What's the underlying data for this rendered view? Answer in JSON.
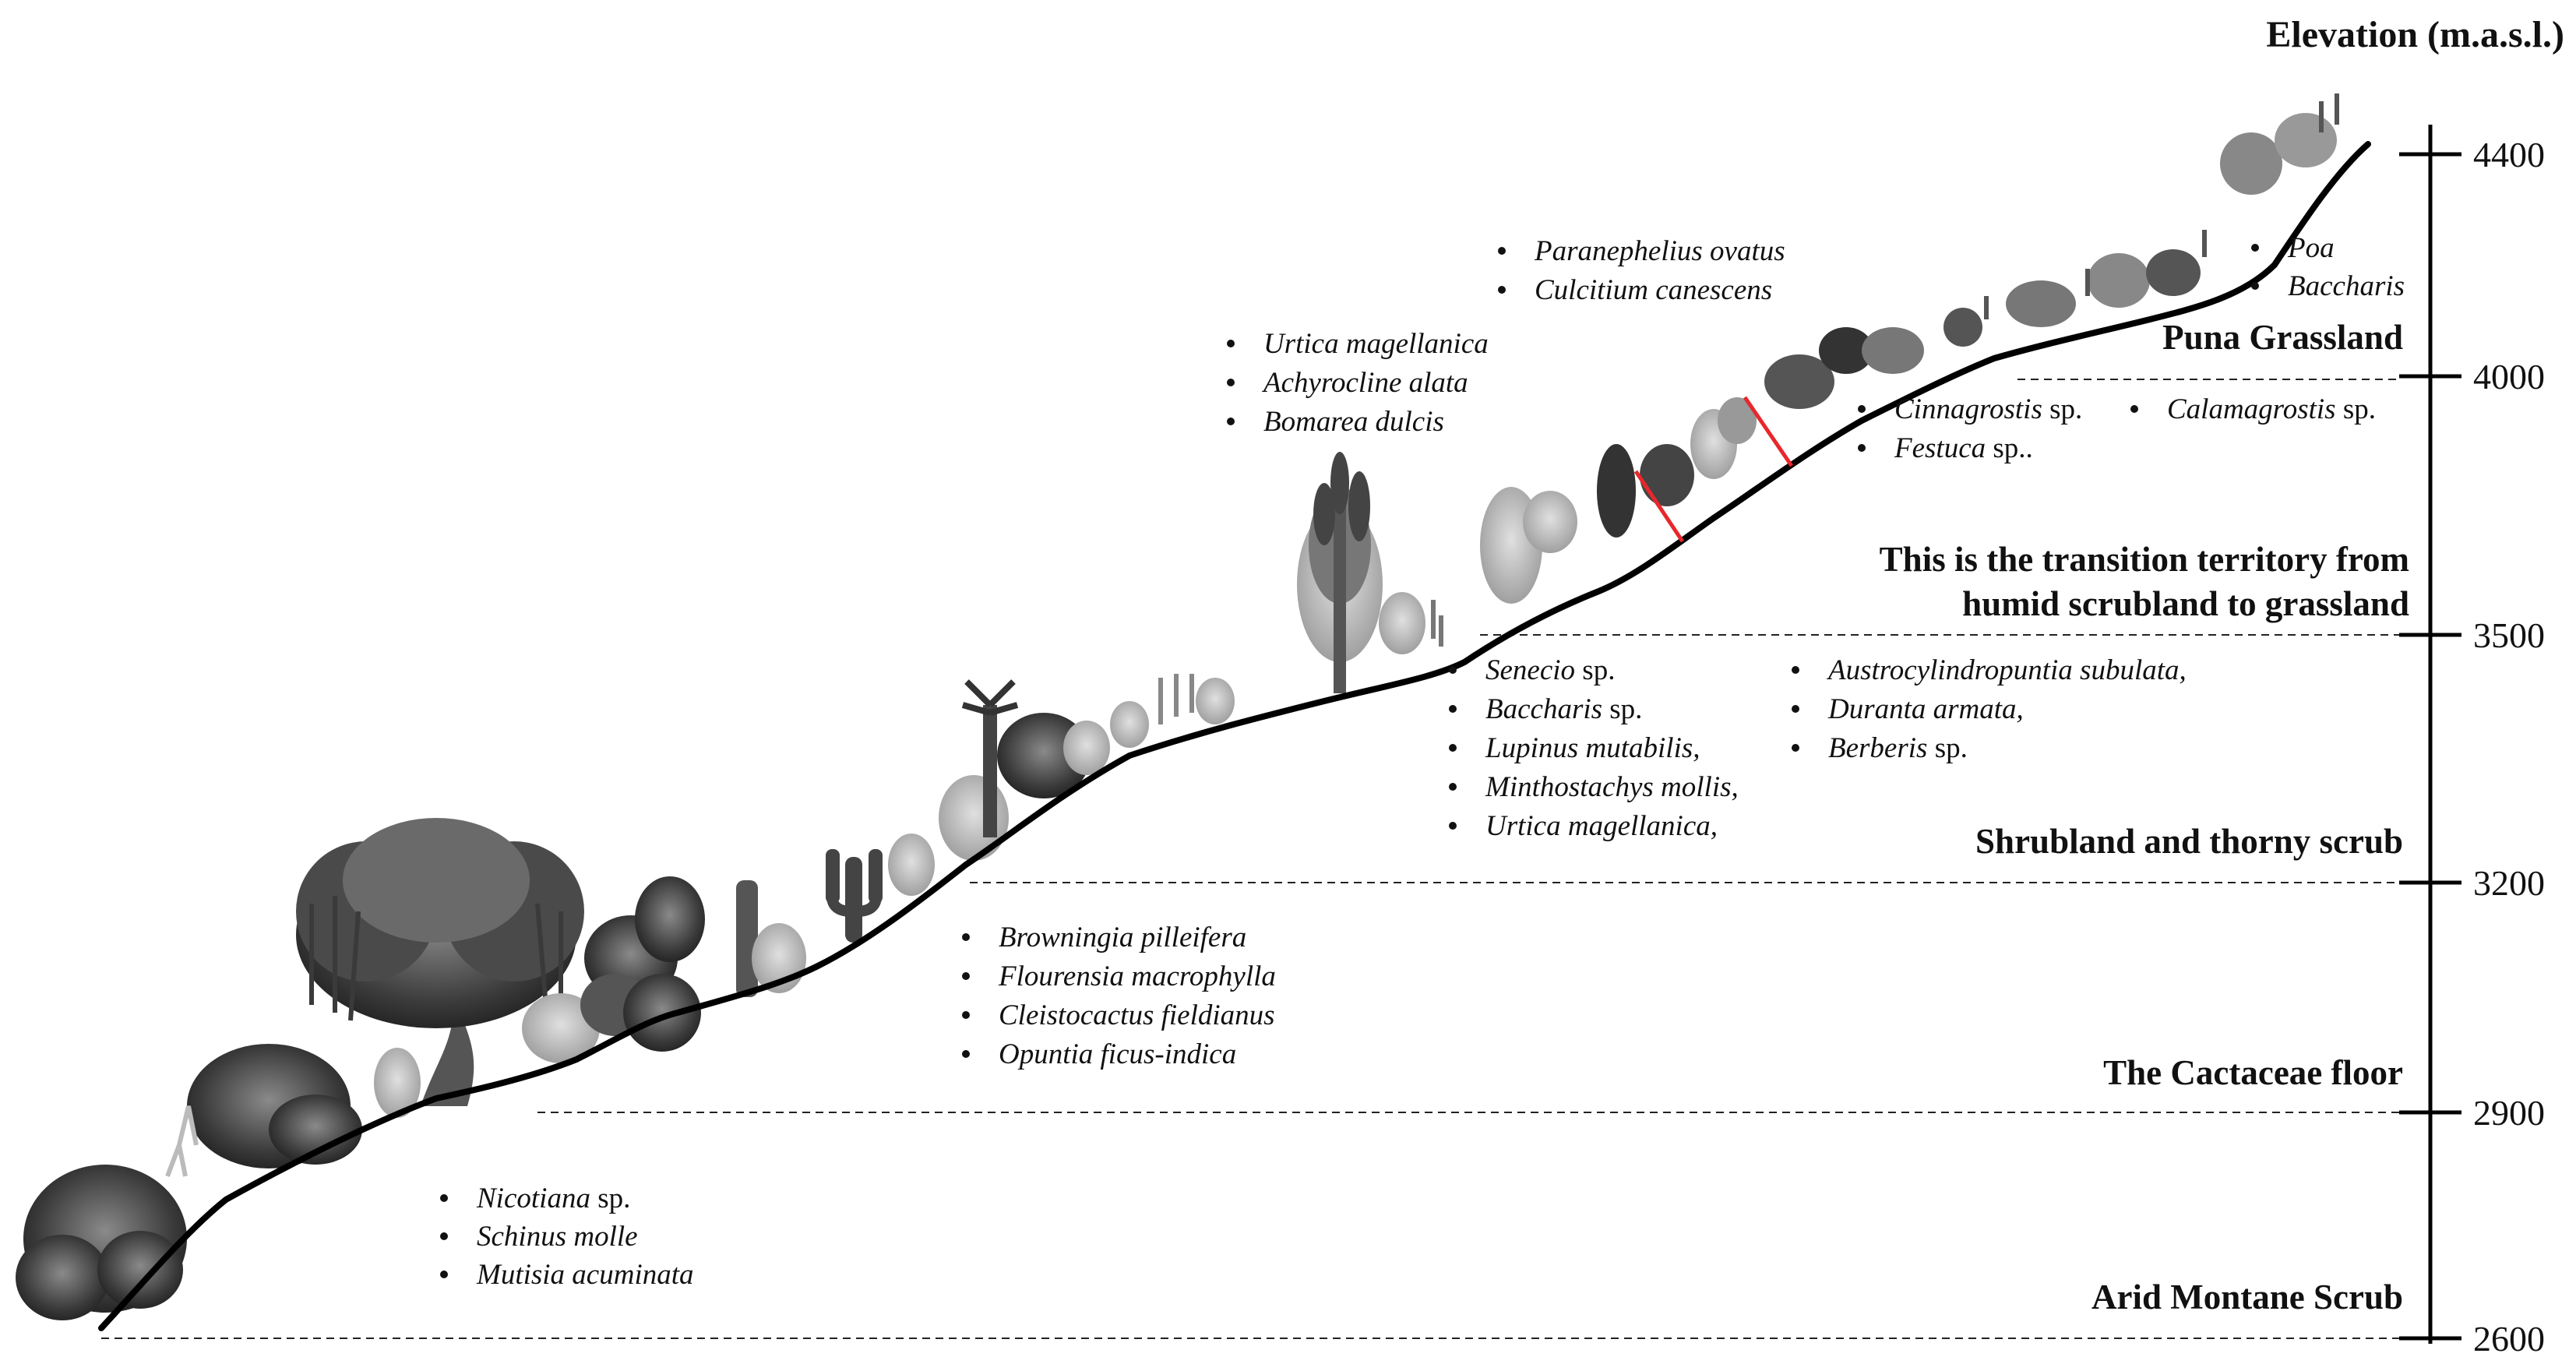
{
  "axis": {
    "title": "Elevation (m.a.s.l.)",
    "ticks": [
      "4400",
      "4000",
      "3500",
      "3200",
      "2900",
      "2600"
    ]
  },
  "zones": {
    "puna": "Puna Grassland",
    "transition_line1": "This is the transition territory from",
    "transition_line2": "humid scrubland to grassland",
    "shrubland": "Shrubland and thorny scrub",
    "cactaceae": "The Cactaceae floor",
    "arid": "Arid Montane Scrub"
  },
  "species": {
    "arid": [
      {
        "it": "Nicotiana",
        "rest": " sp."
      },
      {
        "it": "Schinus molle",
        "rest": ""
      },
      {
        "it": "Mutisia acuminata",
        "rest": ""
      }
    ],
    "cactaceae": [
      {
        "it": "Browningia pilleifera",
        "rest": ""
      },
      {
        "it": "Flourensia macrophylla",
        "rest": ""
      },
      {
        "it": "Cleistocactus fieldianus",
        "rest": ""
      },
      {
        "it": "Opuntia ficus-indica",
        "rest": ""
      }
    ],
    "shrub_a": [
      {
        "it": "Senecio",
        "rest": " sp."
      },
      {
        "it": "Baccharis",
        "rest": " sp."
      },
      {
        "it": "Lupinus mutabilis,",
        "rest": ""
      },
      {
        "it": "Minthostachys mollis,",
        "rest": ""
      },
      {
        "it": "Urtica magellanica,",
        "rest": ""
      }
    ],
    "shrub_b": [
      {
        "it": "Austrocylindropuntia subulata,",
        "rest": ""
      },
      {
        "it": "Duranta armata,",
        "rest": ""
      },
      {
        "it": "Berberis",
        "rest": " sp."
      }
    ],
    "transition_a": [
      {
        "it": "Urtica magellanica",
        "rest": ""
      },
      {
        "it": "Achyrocline alata",
        "rest": ""
      },
      {
        "it": "Bomarea dulcis",
        "rest": ""
      }
    ],
    "transition_b": [
      {
        "it": "Paranephelius ovatus",
        "rest": ""
      },
      {
        "it": "Culcitium canescens",
        "rest": ""
      }
    ],
    "grass_a": [
      {
        "it": "Cinnagrostis",
        "rest": " sp."
      },
      {
        "it": "Festuca",
        "rest": " sp.."
      }
    ],
    "grass_b": [
      {
        "it": "Calamagrostis",
        "rest": " sp."
      }
    ],
    "puna": [
      {
        "it": "Poa",
        "rest": ""
      },
      {
        "it": "Baccharis",
        "rest": ""
      }
    ]
  },
  "colors": {
    "ink": "#111111",
    "vegetation": "#555555",
    "transition_marker": "#e8272c"
  }
}
